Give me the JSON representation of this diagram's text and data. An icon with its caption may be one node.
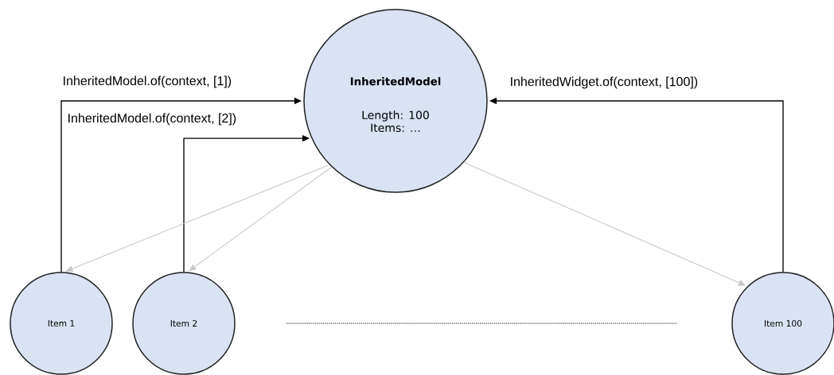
{
  "diagram": {
    "nodes": [
      {
        "text": [
          "InheritedModel",
          "Length: 100",
          "Items: …"
        ]
      },
      {
        "text": [
          "Item 1"
        ]
      },
      {
        "text": [
          "Item 2"
        ]
      },
      {
        "text": [
          "Item 100"
        ]
      }
    ],
    "edges": [
      {
        "from": 1,
        "to": 0,
        "arrow": "to",
        "label": "InheritedModel.of(context, [1])"
      },
      {
        "from": 2,
        "to": 0,
        "arrow": "to",
        "label": "InheritedModel.of(context, [2])"
      },
      {
        "from": 3,
        "to": 0,
        "arrow": "to",
        "label": "InheritedWidget.of(context, [100])"
      },
      {
        "from": 0,
        "to": 1,
        "arrow": "to",
        "color": "#c8c8c8"
      },
      {
        "from": 0,
        "to": 2,
        "arrow": "to",
        "color": "#c8c8c8"
      },
      {
        "from": 0,
        "to": 3,
        "arrow": "to",
        "color": "#c8c8c8"
      }
    ]
  }
}
